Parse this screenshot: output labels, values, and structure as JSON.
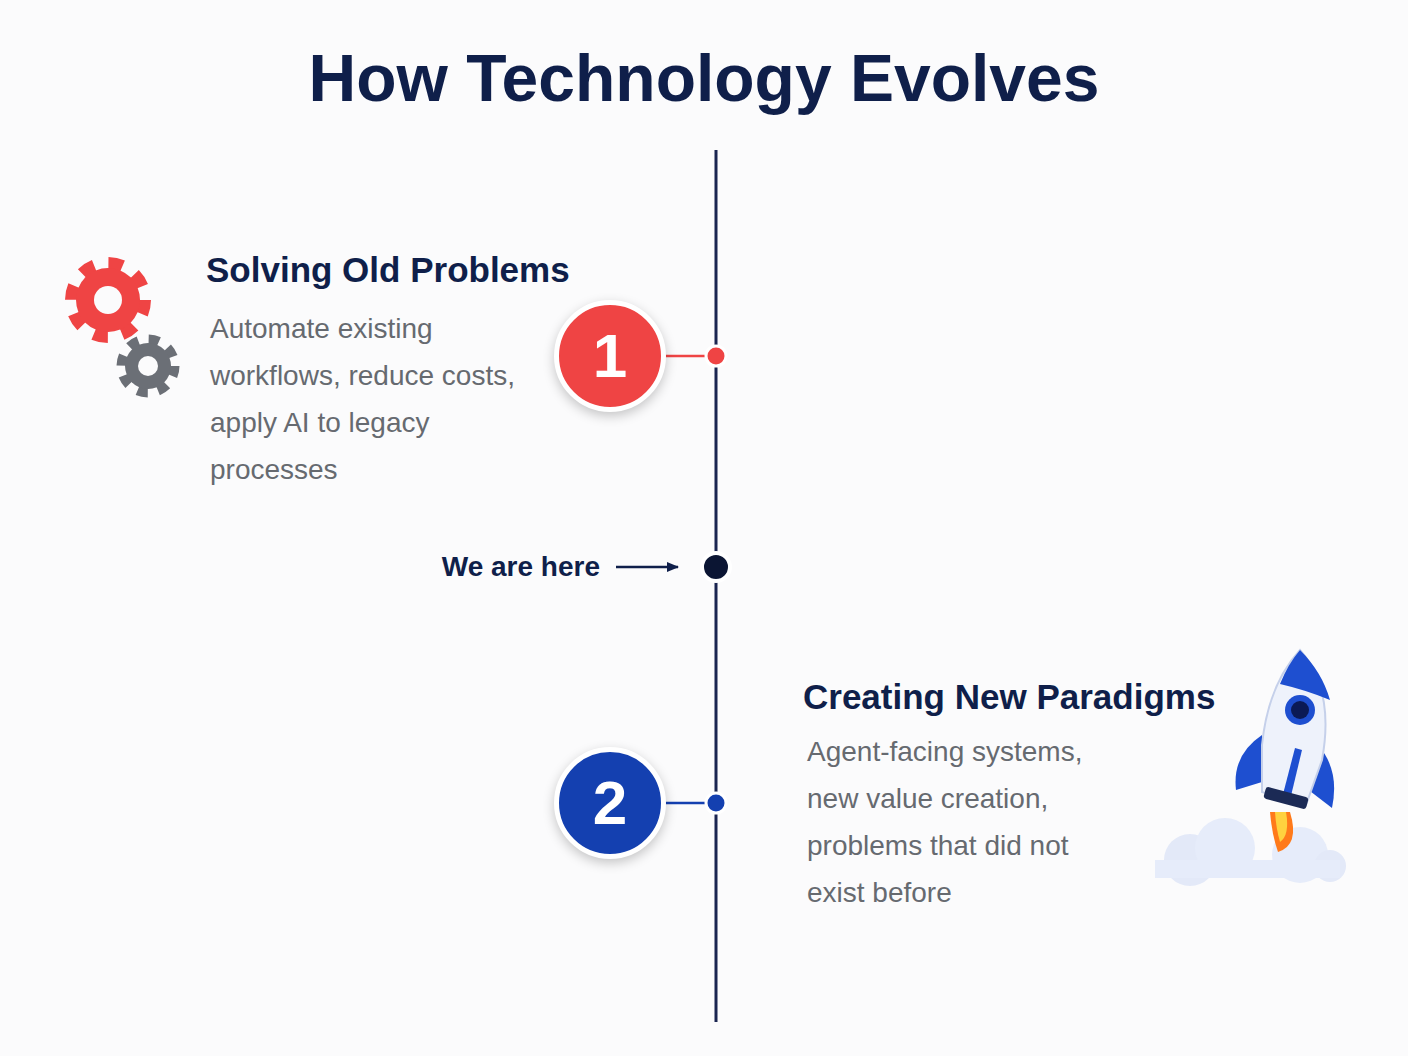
{
  "diagram": {
    "title": "How Technology Evolves",
    "nodes": [
      {
        "text": [
          "1"
        ]
      },
      {
        "text": [
          "2"
        ]
      }
    ],
    "labels": [
      "Solving Old Problems",
      "Automate existing workflows, reduce costs, apply AI to legacy processes",
      "We are here",
      "Creating New Paradigms",
      "Agent-facing systems, new value creation, problems that did not exist before"
    ]
  }
}
